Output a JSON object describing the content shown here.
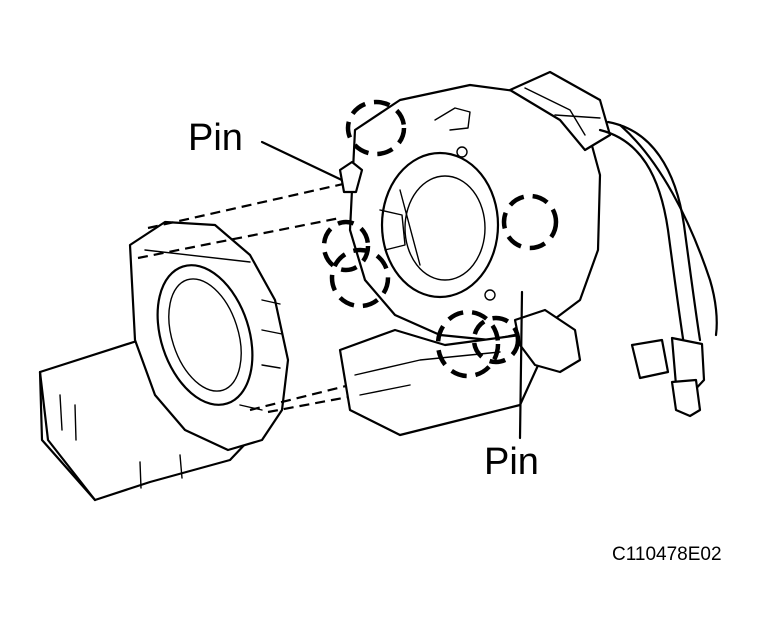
{
  "diagram": {
    "labels": {
      "pin_top": "Pin",
      "pin_bottom": "Pin",
      "figure_code": "C110478E02"
    }
  }
}
